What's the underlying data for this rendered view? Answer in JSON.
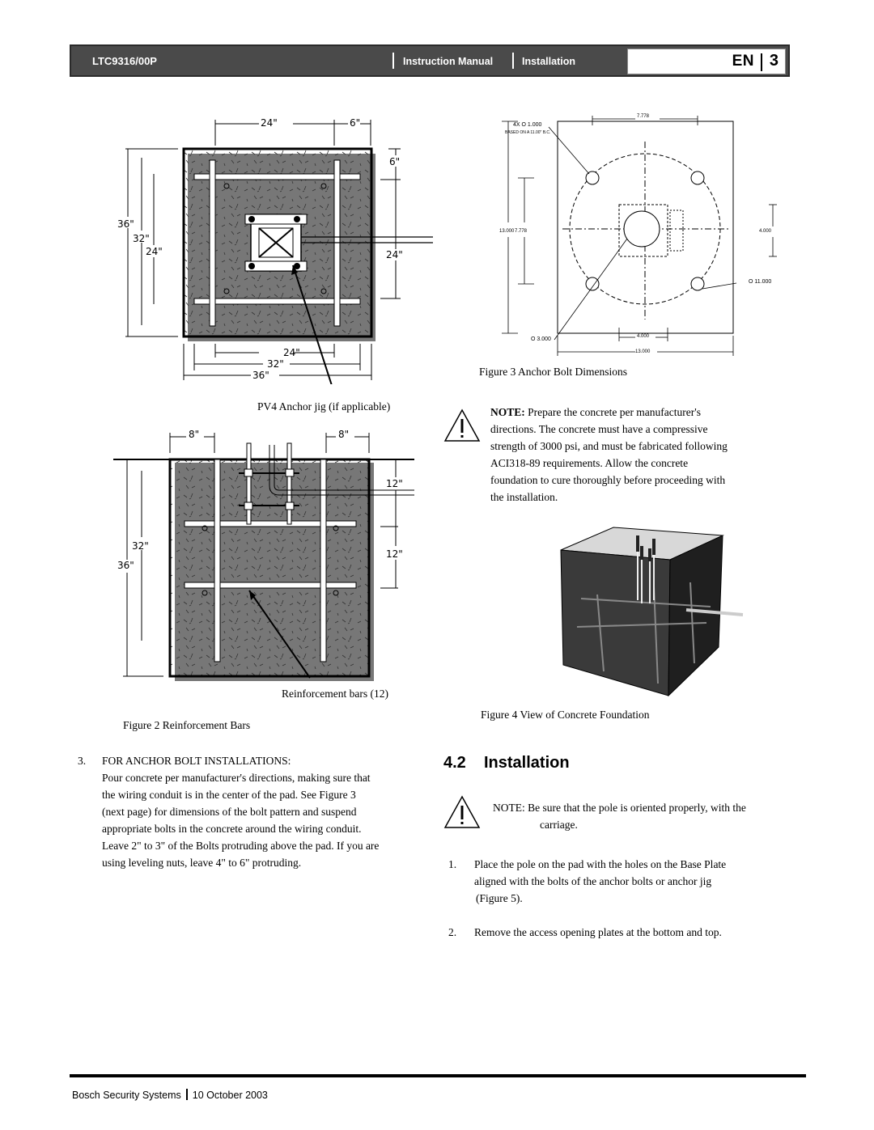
{
  "header": {
    "model": "LTC9316/00P",
    "manual": "Instruction Manual",
    "section": "Installation",
    "lang": "EN",
    "page": "3"
  },
  "fig2": {
    "caption": "Figure 2 Reinforcement Bars",
    "top_dims": {
      "w24": "24\"",
      "w6": "6\"",
      "r6": "6\"",
      "r24": "24\"",
      "l36": "36\"",
      "l32": "32\"",
      "l24": "24\"",
      "b24": "24\"",
      "b32": "32\"",
      "b36": "36\""
    },
    "jig_label": "PV4 Anchor jig (if applicable)",
    "side_dims": {
      "w8a": "8\"",
      "w8b": "8\"",
      "r12a": "12\"",
      "r12b": "12\"",
      "l32": "32\"",
      "l36": "36\""
    },
    "rebar_label": "Reinforcement bars (12)"
  },
  "fig3": {
    "caption": "Figure 3 Anchor Bolt Dimensions",
    "labels": {
      "holes": "4X  O  1.000",
      "bc": "BASED ON A 11.00\" B.C.",
      "top": "7.778",
      "left": "13.000",
      "left2": "7.778",
      "right": "4.000",
      "circle": "O  11.000",
      "bore": "O  3.000",
      "b4": "4.000",
      "b13": "13.000"
    }
  },
  "note1": {
    "bold": "NOTE:",
    "lines": [
      "Prepare the concrete per manufacturer's",
      "directions. The concrete must have a compressive",
      "strength of 3000 psi, and must be fabricated following",
      "ACI318-89 requirements.  Allow the concrete",
      "foundation to cure thoroughly before proceeding with",
      "the installation."
    ]
  },
  "fig4": {
    "caption": "Figure 4 View of Concrete Foundation"
  },
  "step3": {
    "num": "3.",
    "title": "FOR ANCHOR BOLT INSTALLATIONS:",
    "lines": [
      "Pour concrete per manufacturer's directions, making sure that",
      "the wiring conduit is in the center of the pad. See Figure 3",
      "(next page) for dimensions of the bolt pattern and suspend",
      "appropriate bolts in the concrete around the wiring conduit.",
      "Leave 2\" to 3\" of the Bolts protruding above the pad. If you are",
      "using leveling nuts, leave 4\" to 6\" protruding."
    ]
  },
  "section": {
    "num": "4.2",
    "title": "Installation"
  },
  "note2": {
    "line1": "NOTE:  Be sure that the pole is oriented properly, with the",
    "line2": "carriage."
  },
  "steps": [
    {
      "num": "1.",
      "lines": [
        "Place the pole on the pad with the holes on the Base Plate",
        "aligned with the bolts of the anchor bolts or anchor jig",
        "(Figure 5)."
      ]
    },
    {
      "num": "2.",
      "lines": [
        "Remove the access opening plates at the bottom and top."
      ]
    }
  ],
  "footer": {
    "company": "Bosch Security Systems",
    "date": "10 October 2003"
  }
}
